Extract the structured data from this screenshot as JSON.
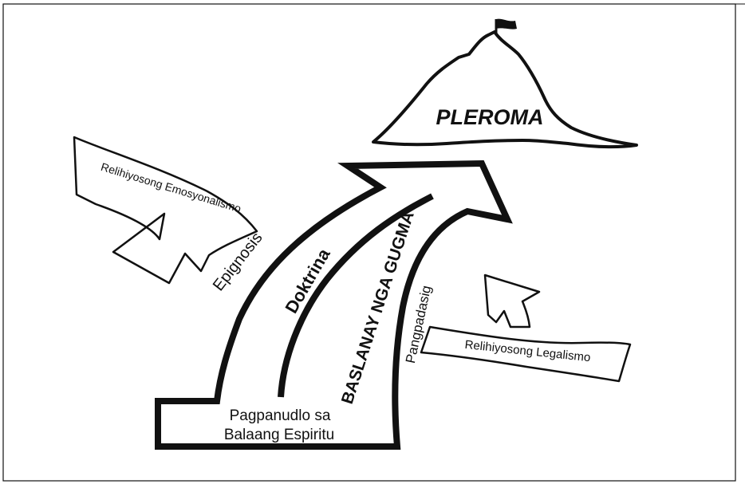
{
  "diagram": {
    "summit_label": "PLEROMA",
    "base_label_line1": "Pagpanudlo sa",
    "base_label_line2": "Balaang Espiritu",
    "left_path_label": "Doktrina",
    "center_band_label": "BASLANAY NGA GUGMA",
    "left_side_label": "Epignosis",
    "right_side_label": "Pangpadasig",
    "left_detour_label": "Relihiyosong Emosyonalismo",
    "right_detour_label": "Relihiyosong Legalismo"
  },
  "colors": {
    "ink": "#111111",
    "background": "#ffffff"
  }
}
